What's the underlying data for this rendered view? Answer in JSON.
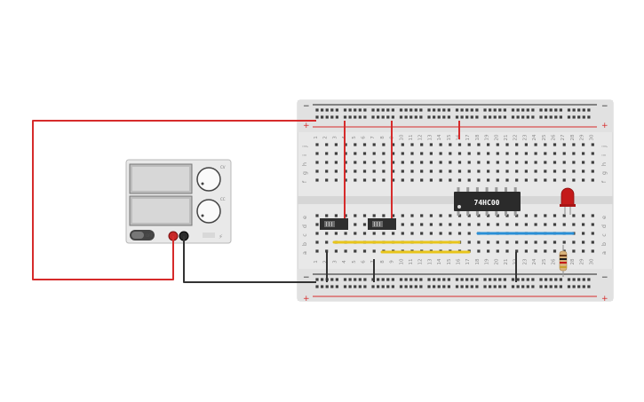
{
  "power_supply": {
    "off_label": "OFF",
    "knob_labels": [
      "CV",
      "CC"
    ]
  },
  "breadboard": {
    "column_count": 30,
    "row_letters_top": [
      "j",
      "i",
      "h",
      "g",
      "f"
    ],
    "row_letters_bottom": [
      "e",
      "d",
      "c",
      "b",
      "a"
    ],
    "rail_plus": "+",
    "rail_minus": "−"
  },
  "components": {
    "chip_label": "74HC00",
    "led_color": "#c41a1a",
    "wire_red": "#d62b2b",
    "wire_black": "#333333",
    "wire_yellow": "#e8c51a",
    "wire_blue": "#2a8fd6"
  }
}
